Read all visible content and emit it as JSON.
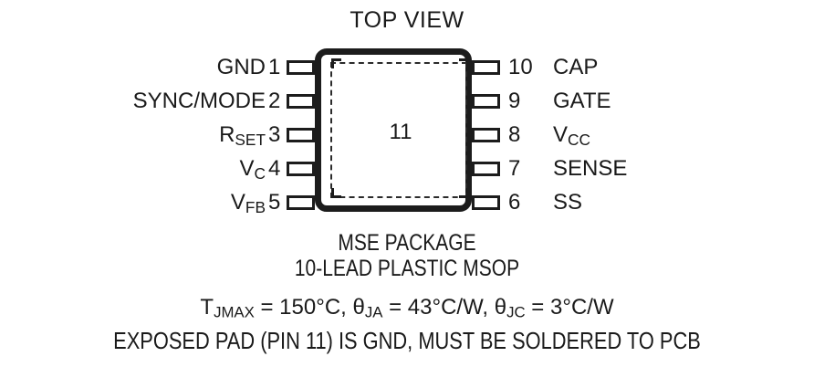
{
  "diagram": {
    "title": "TOP VIEW",
    "exposed_pad_number": "11",
    "left_pins": [
      {
        "num": "1",
        "name": "GND",
        "sub": ""
      },
      {
        "num": "2",
        "name": "SYNC/MODE",
        "sub": ""
      },
      {
        "num": "3",
        "name": "R",
        "sub": "SET"
      },
      {
        "num": "4",
        "name": "V",
        "sub": "C"
      },
      {
        "num": "5",
        "name": "V",
        "sub": "FB"
      }
    ],
    "right_pins": [
      {
        "num": "10",
        "name": "CAP",
        "sub": ""
      },
      {
        "num": "9",
        "name": "GATE",
        "sub": ""
      },
      {
        "num": "8",
        "name": "V",
        "sub": "CC"
      },
      {
        "num": "7",
        "name": "SENSE",
        "sub": ""
      },
      {
        "num": "6",
        "name": "SS",
        "sub": ""
      }
    ],
    "caption": {
      "package_name": "MSE PACKAGE",
      "package_type": "10-LEAD PLASTIC MSOP",
      "thermal": {
        "tjmax_label": "T",
        "tjmax_sub": "JMAX",
        "tjmax_value": " = 150°C, ",
        "theta_ja_label": "θ",
        "theta_ja_sub": "JA",
        "theta_ja_value": " = 43°C/W, ",
        "theta_jc_label": "θ",
        "theta_jc_sub": "JC",
        "theta_jc_value": " = 3°C/W"
      },
      "note": "EXPOSED PAD (PIN 11) IS GND, MUST BE SOLDERED TO PCB"
    },
    "colors": {
      "ink": "#1a1a1a",
      "outline": "#1c1c1c",
      "background": "#ffffff"
    }
  }
}
